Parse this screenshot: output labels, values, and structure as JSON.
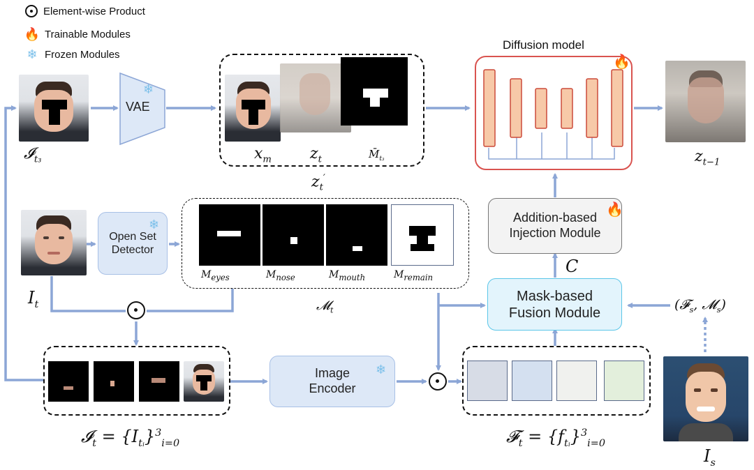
{
  "legend": [
    {
      "symbol": "⊙",
      "icon": "odot-icon",
      "label": "Element-wise Product"
    },
    {
      "symbol": "🔥",
      "icon": "fire-icon",
      "label": "Trainable Modules"
    },
    {
      "symbol": "❄",
      "icon": "snowflake-icon",
      "label": "Frozen Modules"
    }
  ],
  "modules": {
    "vae": "VAE",
    "diffusion": "Diffusion model",
    "open_set_detector": "Open Set Detector",
    "injection": "Addition-based Injection Module",
    "fusion": "Mask-based Fusion Module",
    "image_encoder": "Image Encoder"
  },
  "symbols": {
    "odot": "⊙",
    "fire": "🔥",
    "snow": "❄"
  },
  "math": {
    "I_t3": "𝓘",
    "I_t3_sub": "t₃",
    "x_m": "x",
    "x_m_sub": "m",
    "z_t": "z",
    "z_t_sub": "t",
    "M_t3": "M̄",
    "M_t3_sub": "t₃",
    "z_t_prime": "z",
    "z_t_prime_sub": "t",
    "z_t_prime_sup": "′",
    "z_t_minus_1": "z",
    "z_t_minus_1_sub": "t−1",
    "I_t": "I",
    "I_t_sub": "t",
    "M_t": "𝓜",
    "M_t_sub": "t",
    "C": "C",
    "Fs_Ms": "(𝓕",
    "Fs_Ms_sub1": "s",
    "Fs_Ms_mid": ", 𝓜",
    "Fs_Ms_sub2": "s",
    "Fs_Ms_end": ")",
    "I_s": "I",
    "I_s_sub": "s",
    "I_t_set": "𝓘",
    "I_t_set_sub": "t",
    "I_t_set_rest": " = {I",
    "I_t_set_sub2": "tᵢ",
    "I_t_set_close": "}",
    "I_t_set_sup": "3",
    "I_t_set_subi": "i=0",
    "F_t_set": "𝓕",
    "F_t_set_sub": "t",
    "F_t_set_rest": " = {f",
    "F_t_set_sub2": "tᵢ",
    "F_t_set_close": "}",
    "F_t_set_sup": "3",
    "F_t_set_subi": "i=0"
  },
  "mask_labels": [
    {
      "base": "M",
      "sub": "eyes"
    },
    {
      "base": "M",
      "sub": "nose"
    },
    {
      "base": "M",
      "sub": "mouth"
    },
    {
      "base": "M",
      "sub": "remain"
    }
  ],
  "feature_colors": [
    "#d7dce6",
    "#d4e0f0",
    "#f0f1ee",
    "#e3efdc"
  ],
  "colors": {
    "arrow": "#8ca6d6",
    "diffusion_border": "#d9534f",
    "unet_bar_fill": "#f7c9a8",
    "unet_bar_stroke": "#cc4a3a",
    "fusion_fill": "#e3f4fc",
    "fusion_border": "#5bc6e8",
    "module_fill": "#dde8f7",
    "module_border": "#a8c0e6"
  }
}
